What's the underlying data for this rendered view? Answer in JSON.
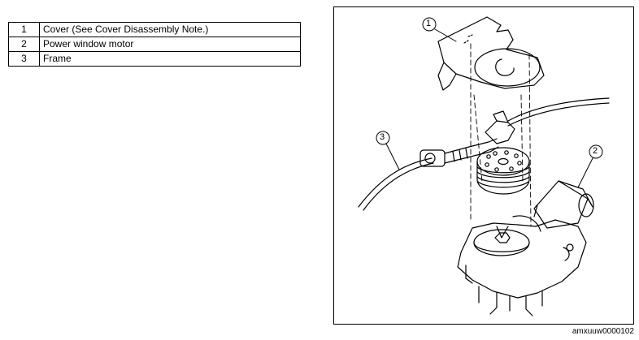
{
  "parts": [
    {
      "num": "1",
      "desc": "Cover (See Cover Disassembly Note.)"
    },
    {
      "num": "2",
      "desc": "Power window motor"
    },
    {
      "num": "3",
      "desc": "Frame"
    }
  ],
  "callouts": [
    "1",
    "2",
    "3"
  ],
  "figure_code": "amxuuw0000102"
}
